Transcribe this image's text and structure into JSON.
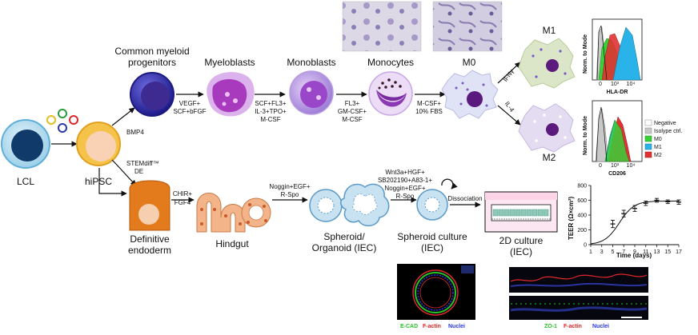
{
  "stages": {
    "lcl": "LCL",
    "hipsc": "hiPSC",
    "cmp_line1": "Common myeloid",
    "cmp_line2": "progenitors",
    "myeloblasts": "Myeloblasts",
    "monoblasts": "Monoblasts",
    "monocytes": "Monocytes",
    "m0": "M0",
    "m1": "M1",
    "m2": "M2",
    "de_line1": "Definitive",
    "de_line2": "endoderm",
    "hindgut": "Hindgut",
    "spheroid_line1": "Spheroid/",
    "spheroid_line2": "Organoid (IEC)",
    "spheroid_culture_line1": "Spheroid culture",
    "spheroid_culture_line2": "(IEC)",
    "culture2d_line1": "2D culture",
    "culture2d_line2": "(IEC)"
  },
  "conditions": {
    "bmp4": "BMP4",
    "cmp_to_myelo_1": "VEGF+",
    "cmp_to_myelo_2": "SCF+bFGF",
    "myelo_to_mono_1": "SCF+FL3+",
    "myelo_to_mono_2": "IL-3+TPO+",
    "myelo_to_mono_3": "M-CSF",
    "monob_to_monoc_1": "FL3+",
    "monob_to_monoc_2": "GM-CSF+",
    "monob_to_monoc_3": "M-CSF",
    "monoc_to_m0_1": "M-CSF+",
    "monoc_to_m0_2": "10% FBS",
    "ifng": "IFNγ",
    "il4": "IL-4",
    "stemdiff_1": "STEMdiff™",
    "stemdiff_2": "DE",
    "chir_1": "CHIR+",
    "chir_2": "FGF4",
    "noggin_1": "Noggin+EGF+",
    "noggin_2": "R-Spo",
    "wnt_1": "Wnt3a+HGF+",
    "wnt_2": "SB202190+A83-1+",
    "wnt_3": "Noggin+EGF+",
    "wnt_4": "R-Spo",
    "dissociation": "Dissociation"
  },
  "flow_m1": {
    "ylabel": "Norm. to Mode",
    "xlabel": "HLA-DR",
    "ticks": [
      "0",
      "10³",
      "10⁴"
    ]
  },
  "flow_m2": {
    "ylabel": "Norm. to Mode",
    "xlabel": "CD206",
    "ticks": [
      "0",
      "10³",
      "10⁴"
    ]
  },
  "legend": {
    "items": [
      {
        "label": "Negative",
        "color": "#ffffff"
      },
      {
        "label": "Isolype ctrl.",
        "color": "#c8c8c8"
      },
      {
        "label": "M0",
        "color": "#39d039"
      },
      {
        "label": "M1",
        "color": "#2ab3e8"
      },
      {
        "label": "M2",
        "color": "#e03232"
      }
    ]
  },
  "chart_data": {
    "type": "line",
    "xlabel": "Time (days)",
    "ylabel": "TEER (Ω×cm²)",
    "xlim": [
      1,
      17
    ],
    "ylim": [
      0,
      800
    ],
    "x_ticks": [
      1,
      3,
      5,
      7,
      9,
      11,
      13,
      15,
      17
    ],
    "y_ticks": [
      0,
      200,
      400,
      600,
      800
    ],
    "series": [
      {
        "x": [
          5,
          7,
          9,
          11,
          13,
          15,
          17
        ],
        "values": [
          280,
          420,
          490,
          560,
          600,
          580,
          575
        ],
        "error": [
          50,
          45,
          40,
          30,
          25,
          25,
          30
        ]
      }
    ]
  },
  "micrographs": {
    "organoid_labels": [
      "E-CAD",
      "F-actin",
      "Nuclei"
    ],
    "organoid_colors": [
      "#28c228",
      "#e02828",
      "#2838e0"
    ],
    "monolayer_labels": [
      "ZO-1",
      "F-actin",
      "Nuclei"
    ],
    "monolayer_colors": [
      "#28c228",
      "#e02828",
      "#2838e0"
    ]
  }
}
